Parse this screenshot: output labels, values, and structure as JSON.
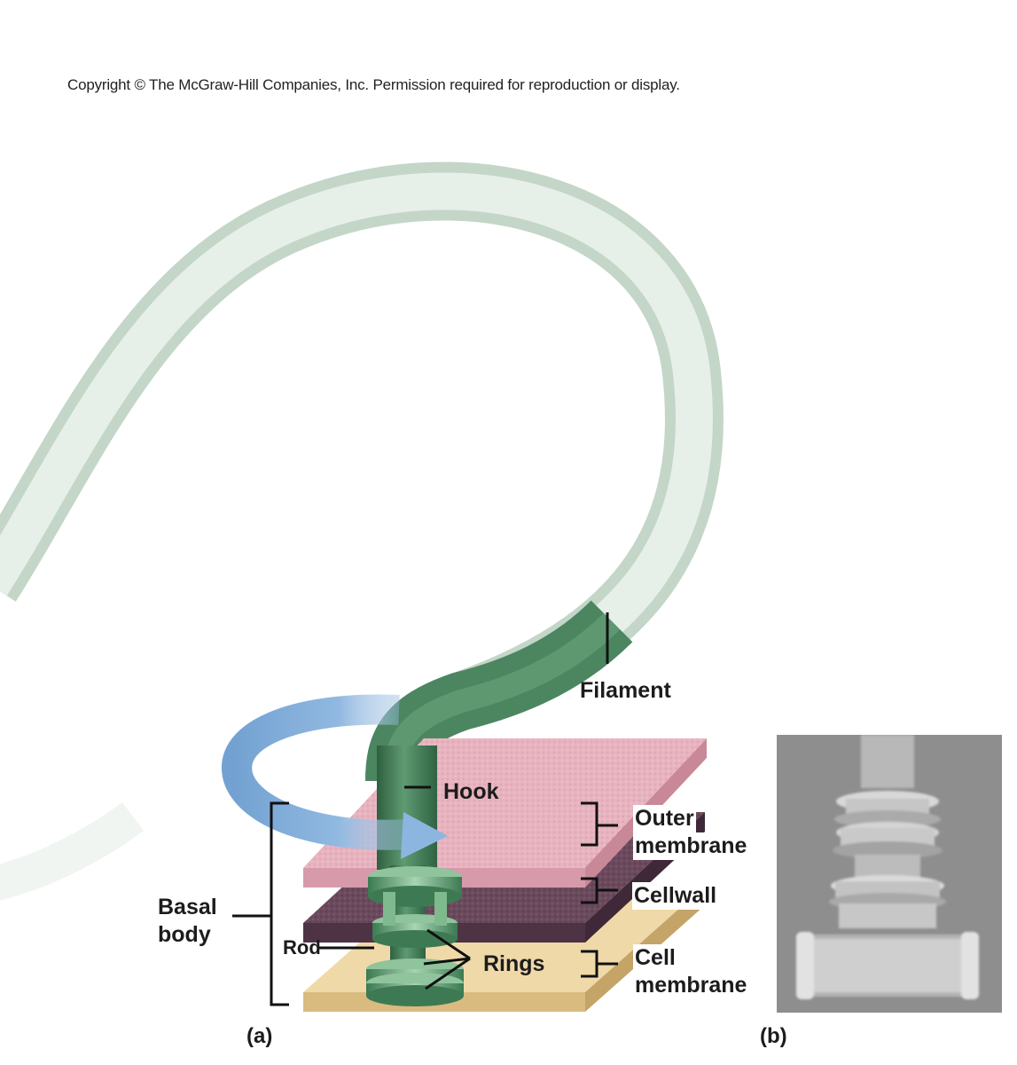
{
  "copyright": "Copyright © The McGraw-Hill Companies, Inc. Permission required for reproduction or display.",
  "labels": {
    "filament": "Filament",
    "hook": "Hook",
    "outer_membrane_line1": "Outer",
    "outer_membrane_line2": "membrane",
    "cell_wall": "Cellwall",
    "cell_membrane_line1": "Cell",
    "cell_membrane_line2": "membrane",
    "basal_body_line1": "Basal",
    "basal_body_line2": "body",
    "rod": "Rod",
    "rings": "Rings",
    "panel_a": "(a)",
    "panel_b": "(b)"
  },
  "colors": {
    "filament_light": "#e2ece5",
    "filament_dark": "#3f7a52",
    "outer_membrane": "#e8b7c1",
    "cell_wall": "#6c4a5e",
    "cell_membrane": "#eed7a5",
    "rotation_arrow": "#8fb7de"
  },
  "icons": {
    "rotation": "curved-rotation-arrow-icon"
  }
}
